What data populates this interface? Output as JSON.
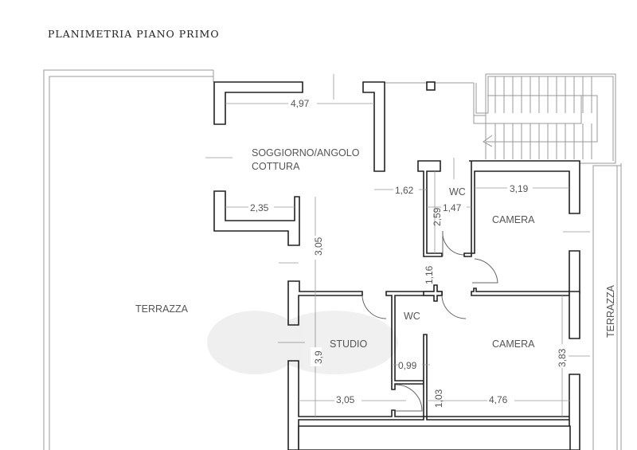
{
  "title": "PLANIMETRIA PIANO PRIMO",
  "rooms": {
    "living_line1": "SOGGIORNO/ANGOLO",
    "living_line2": "COTTURA",
    "wc_top": "WC",
    "camera_top": "CAMERA",
    "terrace_left": "TERRAZZA",
    "wc_bottom": "WC",
    "studio": "STUDIO",
    "camera_bottom": "CAMERA",
    "terrace_right": "TERRAZZA"
  },
  "dimensions": {
    "living_width": "4,97",
    "living_bottom": "2,35",
    "hall_width": "1,62",
    "wc_top_width": "1,47",
    "wc_top_height": "2,59",
    "camera_top_width": "3,19",
    "hall_height": "3,05",
    "corridor": "1,16",
    "studio_height": "3,9",
    "studio_width": "3,05",
    "wc_bottom_width": "0,99",
    "closet": "1,03",
    "camera_bottom_width": "4,76",
    "camera_bottom_height": "3,83"
  }
}
